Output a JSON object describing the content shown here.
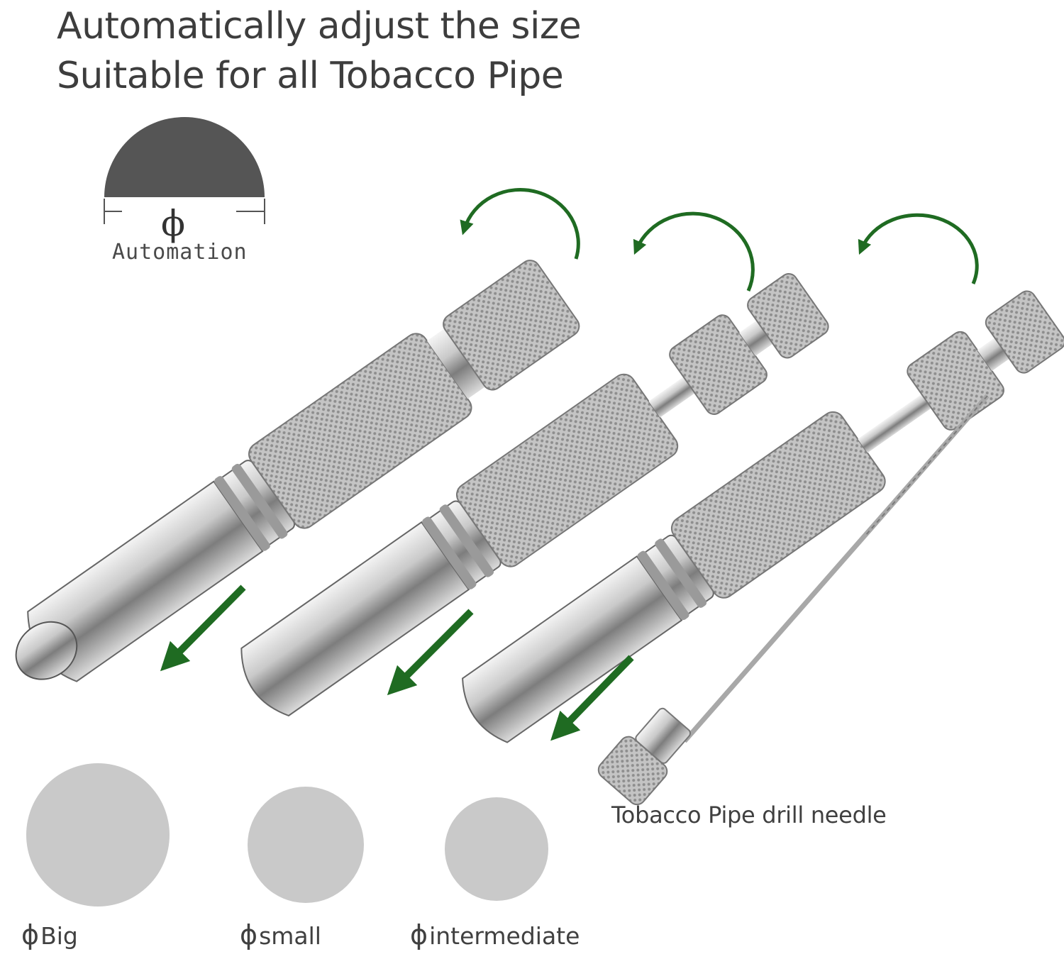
{
  "headline": {
    "line1": "Automatically adjust the size",
    "line2": "Suitable for all Tobacco Pipe"
  },
  "diagram": {
    "symbol": "ϕ",
    "label": "Automation"
  },
  "needle_label": "Tobacco Pipe drill needle",
  "sizes": [
    {
      "symbol": "ϕ",
      "label": "Big"
    },
    {
      "symbol": "ϕ",
      "label": "small"
    },
    {
      "symbol": "ϕ",
      "label": "intermediate"
    }
  ],
  "colors": {
    "arrow": "#1f6b22",
    "semicircle": "#555555",
    "circle": "#c9c9c9",
    "metal": "#b8b8b8"
  }
}
